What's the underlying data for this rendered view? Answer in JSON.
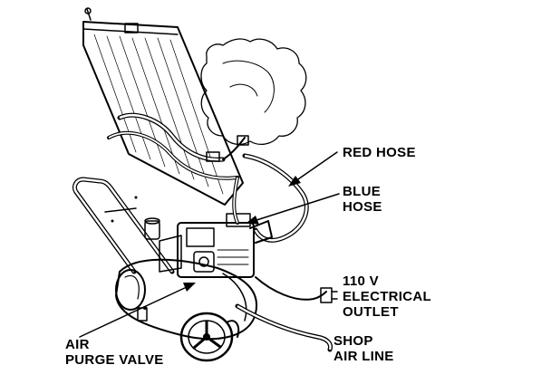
{
  "diagram": {
    "ink_color": "#000000",
    "background": "#ffffff",
    "callouts": {
      "red_hose": "RED HOSE",
      "blue_hose": [
        "BLUE",
        "HOSE"
      ],
      "outlet": [
        "110 V",
        "ELECTRICAL",
        "OUTLET"
      ],
      "shop_air": [
        "SHOP",
        "AIR LINE"
      ],
      "purge_valve": [
        "AIR",
        "PURGE VALVE"
      ]
    }
  }
}
